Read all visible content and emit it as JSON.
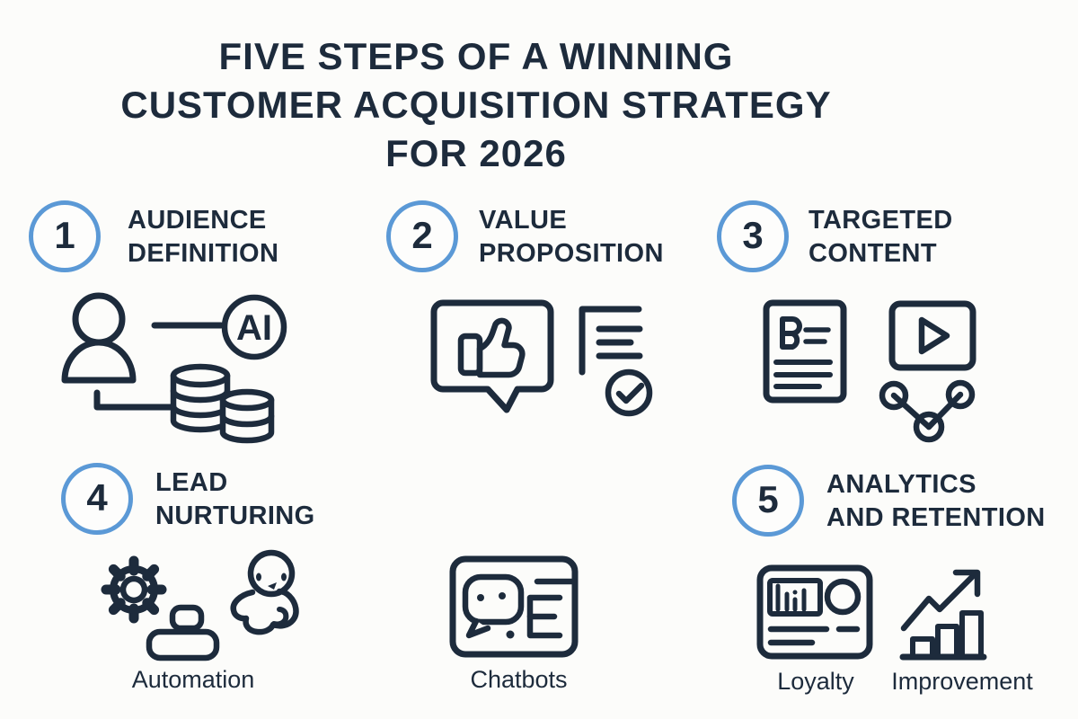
{
  "colors": {
    "background": "#fcfcfa",
    "navy": "#1d2b3c",
    "accent_blue": "#5b99d6"
  },
  "title": {
    "line1": "FIVE STEPS OF A WINNING",
    "line2": "CUSTOMER ACQUISITION STRATEGY",
    "line3": "FOR 2026"
  },
  "steps": [
    {
      "number": "1",
      "label1": "AUDIENCE",
      "label2": "DEFINITION"
    },
    {
      "number": "2",
      "label1": "VALUE",
      "label2": "PROPOSITION"
    },
    {
      "number": "3",
      "label1": "TARGETED",
      "label2": "CONTENT"
    },
    {
      "number": "4",
      "label1": "LEAD",
      "label2": "NURTURING"
    },
    {
      "number": "5",
      "label1": "ANALYTICS",
      "label2": "AND RETENTION"
    }
  ],
  "badges": {
    "ai": "AI"
  },
  "captions": {
    "automation": "Automation",
    "chatbots": "Chatbots",
    "loyalty": "Loyalty",
    "improvement": "Improvement"
  },
  "icons": {
    "step1": [
      "user-icon",
      "ai-badge-icon",
      "coin-database-stack-icon",
      "connector-line"
    ],
    "step2": [
      "thumbs-up-message-icon",
      "checklist-checkmark-icon"
    ],
    "step3": [
      "blog-article-icon",
      "video-player-icon",
      "share-network-icon"
    ],
    "step4": [
      "gear-icon",
      "stamp-button-icon",
      "chatbot-character-icon"
    ],
    "center": [
      "chatbot-card-icon"
    ],
    "step5": [
      "analytics-dashboard-icon",
      "growth-bar-chart-icon"
    ]
  }
}
